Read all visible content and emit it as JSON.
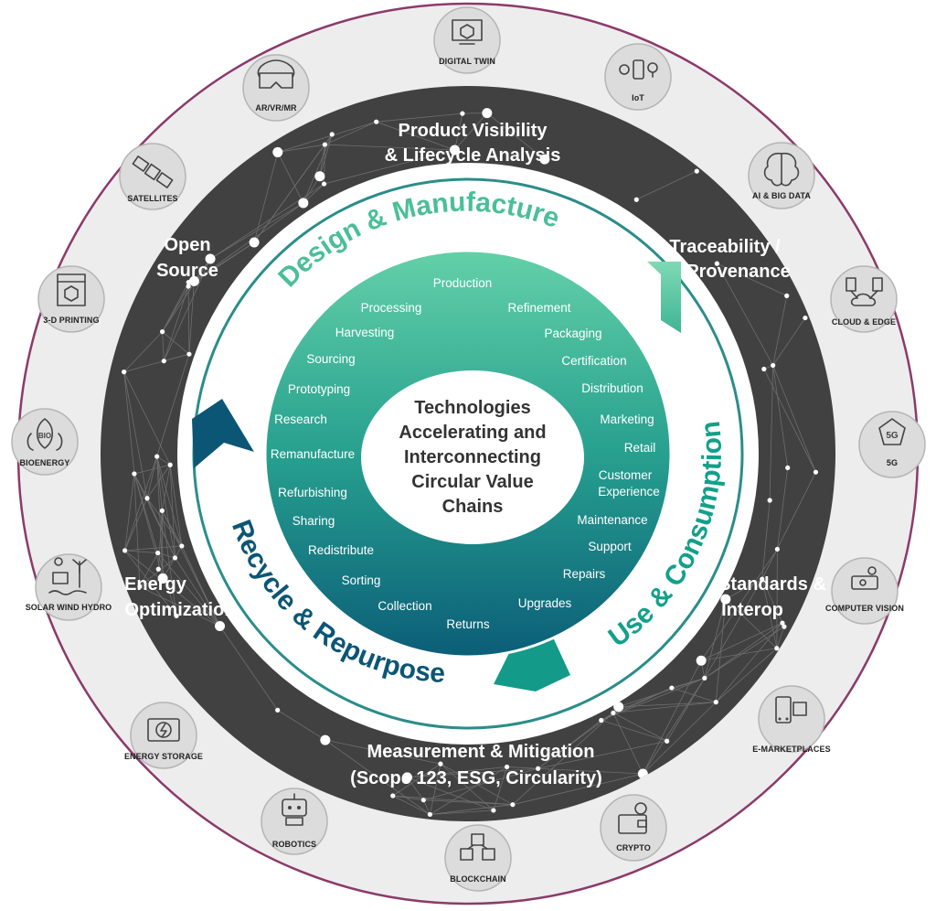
{
  "center": {
    "title_lines": [
      "Technologies",
      "Accelerating and",
      "Interconnecting",
      "Circular Value",
      "Chains"
    ]
  },
  "arcs": {
    "design": "Design & Manufacture",
    "use": "Use & Consumption",
    "recycle": "Recycle & Repurpose"
  },
  "lifecycle_steps": [
    "Production",
    "Refinement",
    "Packaging",
    "Certification",
    "Distribution",
    "Marketing",
    "Retail",
    "Customer Experience",
    "Maintenance",
    "Support",
    "Repairs",
    "Upgrades",
    "Returns",
    "Collection",
    "Sorting",
    "Redistribute",
    "Sharing",
    "Refurbishing",
    "Remanufacture",
    "Research",
    "Prototyping",
    "Sourcing",
    "Harvesting",
    "Processing"
  ],
  "themes": {
    "product_visibility": [
      "Product Visibility",
      "& Lifecycle Analysis"
    ],
    "traceability": [
      "Traceability /",
      "Provenance"
    ],
    "standards": [
      "Standards &",
      "Interop"
    ],
    "measurement": [
      "Measurement & Mitigation",
      "(Scope 123, ESG, Circularity)"
    ],
    "energy_optimization": [
      "Energy",
      "Optimization"
    ],
    "open_source": [
      "Open",
      "Source"
    ]
  },
  "technologies": [
    {
      "label": "DIGITAL TWIN",
      "icon": "digital-twin-icon"
    },
    {
      "label": "IoT",
      "icon": "iot-icon"
    },
    {
      "label": "AI & BIG DATA",
      "icon": "brain-icon"
    },
    {
      "label": "CLOUD & EDGE",
      "icon": "cloud-edge-icon"
    },
    {
      "label": "5G",
      "icon": "5g-icon"
    },
    {
      "label": "COMPUTER VISION",
      "icon": "camera-icon"
    },
    {
      "label": "E-MARKETPLACES",
      "icon": "marketplace-icon"
    },
    {
      "label": "CRYPTO",
      "icon": "wallet-icon"
    },
    {
      "label": "BLOCKCHAIN",
      "icon": "blockchain-icon"
    },
    {
      "label": "ROBOTICS",
      "icon": "robot-icon"
    },
    {
      "label": "ENERGY STORAGE",
      "icon": "battery-icon"
    },
    {
      "label": "SOLAR WIND HYDRO",
      "icon": "solar-wind-icon"
    },
    {
      "label": "BIOENERGY",
      "icon": "bio-leaf-icon"
    },
    {
      "label": "3-D PRINTING",
      "icon": "3d-printer-icon"
    },
    {
      "label": "SATELLITES",
      "icon": "satellite-icon"
    },
    {
      "label": "AR/VR/MR",
      "icon": "vr-headset-icon"
    }
  ],
  "colors": {
    "outer_rim": "#8b3a6b",
    "outer_band": "#ededed",
    "dark_band": "#414141",
    "teal_light": "#5fc9a2",
    "teal_mid": "#2aa28e",
    "teal_dark": "#0a6a7c",
    "navy": "#0c5675"
  }
}
